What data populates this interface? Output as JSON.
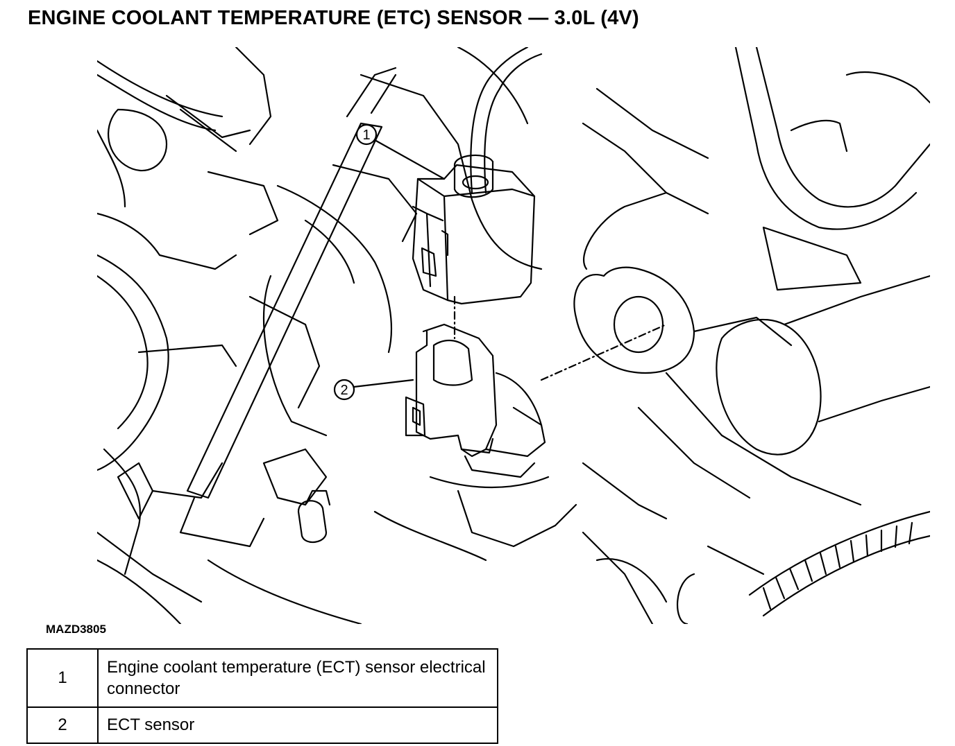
{
  "title": "ENGINE COOLANT TEMPERATURE (ETC) SENSOR — 3.0L (4V)",
  "figure": {
    "code": "MAZD3805",
    "callouts": [
      "1",
      "2"
    ]
  },
  "legend": [
    {
      "num": "1",
      "description": "Engine coolant temperature (ECT) sensor electrical connector"
    },
    {
      "num": "2",
      "description": "ECT sensor"
    }
  ]
}
